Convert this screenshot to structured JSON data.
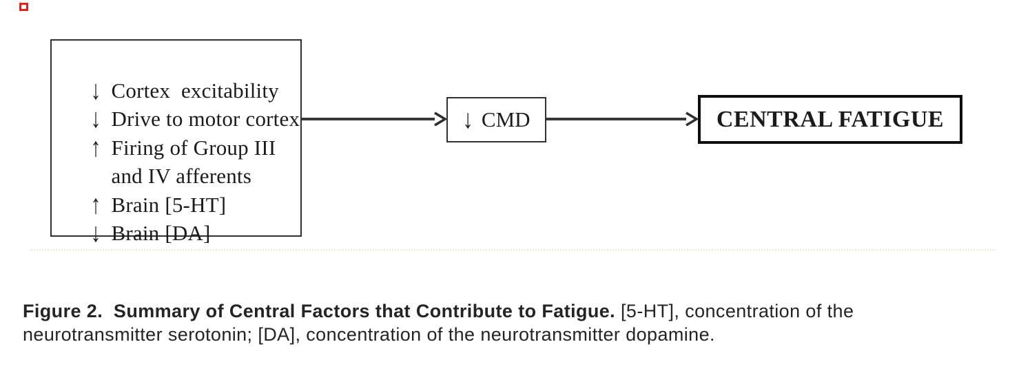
{
  "diagram": {
    "factors_box": {
      "lines": [
        {
          "arrow": "↓",
          "text": "Cortex  excitability"
        },
        {
          "arrow": "↓",
          "text": "Drive to motor cortex"
        },
        {
          "arrow": "↑",
          "text": "Firing of Group III"
        },
        {
          "arrow": "",
          "text": "and IV afferents"
        },
        {
          "arrow": "↑",
          "text": "Brain [5-HT]"
        },
        {
          "arrow": "↓",
          "text": "Brain [DA]"
        }
      ]
    },
    "cmd_box": {
      "arrow": "↓",
      "label": "CMD"
    },
    "fatigue_box": {
      "label": "CENTRAL FATIGUE"
    }
  },
  "caption": {
    "bold": "Figure 2.  Summary of Central Factors that Contribute to Fatigue.",
    "regular_line1": " [5-HT], concentration of the",
    "line2": "neurotransmitter serotonin; [DA], concentration of the neurotransmitter dopamine."
  },
  "colors": {
    "background": "#ffffff",
    "text": "#1b1b1b",
    "box_border": "#2f2f2f",
    "fatigue_border": "#0e0e0e",
    "arrow_line": "#383838",
    "marker_red": "#e02418",
    "dotted_rule": "#ece5d9"
  }
}
